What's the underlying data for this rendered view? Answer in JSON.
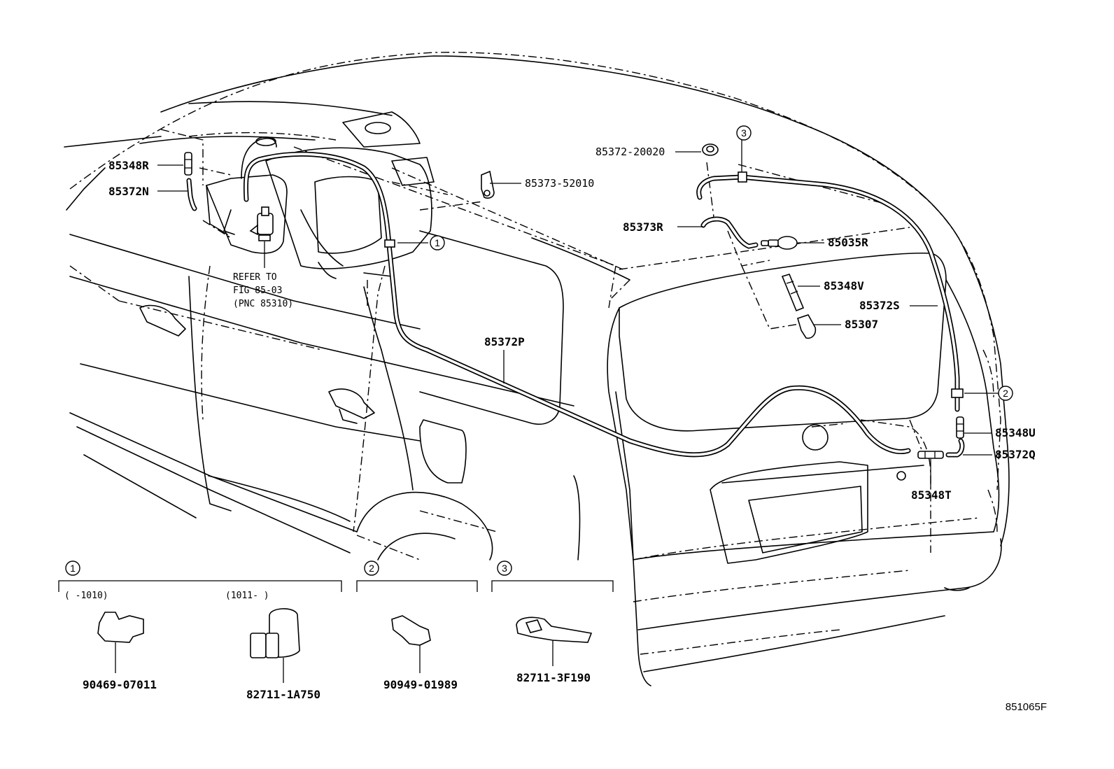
{
  "callouts": {
    "p85348R": "85348R",
    "p85372N": "85372N",
    "p85373_52010": "85373-52010",
    "p85372_20020": "85372-20020",
    "p85373R": "85373R",
    "p85035R": "85035R",
    "p85348V": "85348V",
    "p85372S": "85372S",
    "p85307": "85307",
    "p85372P": "85372P",
    "p85348U": "85348U",
    "p85372Q": "85372Q",
    "p85348T": "85348T"
  },
  "refer_note": {
    "line1": "REFER TO",
    "line2": "FIG 85-03",
    "line3": "(PNC 85310)"
  },
  "circle_markers": [
    "1",
    "2",
    "3"
  ],
  "detail_panel": {
    "group1": {
      "marker": "1",
      "range_a": "(      -1010)",
      "range_b": "(1011-      )",
      "part_a": "90469-07011",
      "part_b": "82711-1A750"
    },
    "group2": {
      "marker": "2",
      "part": "90949-01989"
    },
    "group3": {
      "marker": "3",
      "part": "82711-3F190"
    }
  },
  "figure_id": "851065F"
}
